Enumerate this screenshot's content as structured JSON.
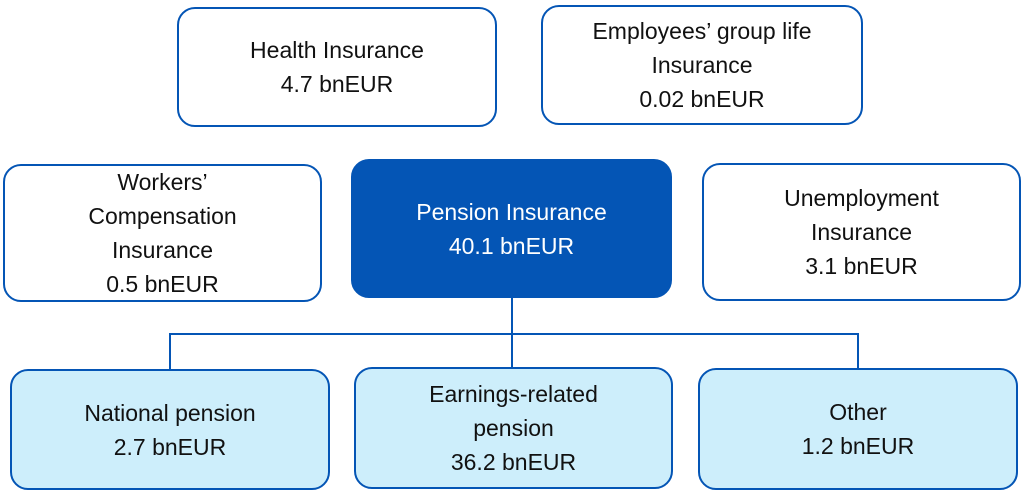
{
  "top": [
    {
      "lines": [
        "Health Insurance",
        "4.7 bnEUR"
      ]
    },
    {
      "lines": [
        "Employees’ group life",
        "Insurance",
        "0.02 bnEUR"
      ]
    }
  ],
  "middle": [
    {
      "lines": [
        "Workers’",
        "Compensation",
        "Insurance",
        "0.5 bnEUR"
      ]
    },
    {
      "lines": [
        "Pension Insurance",
        "40.1 bnEUR"
      ]
    },
    {
      "lines": [
        "Unemployment",
        "Insurance",
        "3.1 bnEUR"
      ]
    }
  ],
  "bottom": [
    {
      "lines": [
        "National pension",
        "2.7 bnEUR"
      ]
    },
    {
      "lines": [
        "Earnings-related",
        "pension",
        "36.2 bnEUR"
      ]
    },
    {
      "lines": [
        "Other",
        "1.2 bnEUR"
      ]
    }
  ],
  "colors": {
    "accent": "#0455b5",
    "sub_fill": "#cdeefb"
  }
}
